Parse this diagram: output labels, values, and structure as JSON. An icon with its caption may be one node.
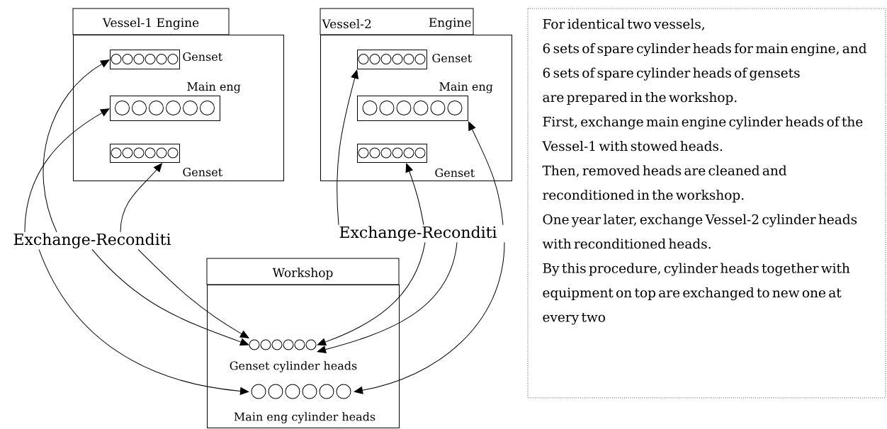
{
  "diagram": {
    "nodes": [
      {
        "text": [
          "Vessel-1 Engine"
        ]
      },
      {
        "text": [],
        "shape": "box",
        "beside": [
          "Genset"
        ],
        "in": 0
      },
      {
        "text": [],
        "shape": "box",
        "beside": [
          "Main eng"
        ],
        "in": 0
      },
      {
        "text": [],
        "shape": "box",
        "beside": [
          "Genset"
        ],
        "in": 0
      },
      {
        "text": [
          "Vessel-2",
          "Engine"
        ]
      },
      {
        "text": [],
        "shape": "box",
        "beside": [
          "Genset"
        ],
        "in": 4
      },
      {
        "text": [],
        "shape": "box",
        "beside": [
          "Main eng"
        ],
        "in": 4
      },
      {
        "text": [],
        "shape": "box",
        "beside": [
          "Genset"
        ],
        "in": 4
      },
      {
        "text": [
          "For identical two vessels,",
          "6 sets of spare cylinder heads for main engine, and 6 sets of spare cylinder heads of gensets",
          "are prepared in the workshop.",
          "First, exchange main engine cylinder heads of the Vessel-1 with stowed heads.",
          "Then, removed heads are cleaned and reconditioned in the workshop.",
          "One year later, exchange Vessel-2 cylinder heads with reconditioned heads.",
          "By this procedure, cylinder heads together with equipment on top are exchanged to new one at every two"
        ]
      },
      {
        "text": [
          "Exchange-Reconditi"
        ]
      },
      {
        "text": [
          "Exchange-Reconditi"
        ]
      },
      {
        "text": [
          "Workshop"
        ]
      },
      {
        "text": [],
        "shape": "circle",
        "beside": [
          "Genset cylinder heads"
        ],
        "in": 11
      },
      {
        "text": [],
        "shape": "circle",
        "beside": [
          "Main eng cylinder heads"
        ],
        "in": 11
      }
    ],
    "edges": [
      {
        "from": 9,
        "to": 1,
        "arrow": "to"
      },
      {
        "from": 9,
        "to": 2,
        "arrow": "to"
      },
      {
        "from": 9,
        "to": 3,
        "arrow": "to"
      },
      {
        "from": 9,
        "to": 12,
        "arrow": "to"
      },
      {
        "from": 9,
        "to": 12,
        "arrow": "to"
      },
      {
        "from": 9,
        "to": 13,
        "arrow": "to"
      },
      {
        "from": 10,
        "to": 7,
        "arrow": "to"
      },
      {
        "from": 10,
        "to": 5,
        "arrow": "to"
      },
      {
        "from": 10,
        "to": 6,
        "arrow": "to"
      },
      {
        "from": 10,
        "to": 12,
        "arrow": "to"
      },
      {
        "from": 10,
        "to": 12,
        "arrow": "to"
      },
      {
        "from": 10,
        "to": 13,
        "arrow": "to"
      }
    ]
  }
}
